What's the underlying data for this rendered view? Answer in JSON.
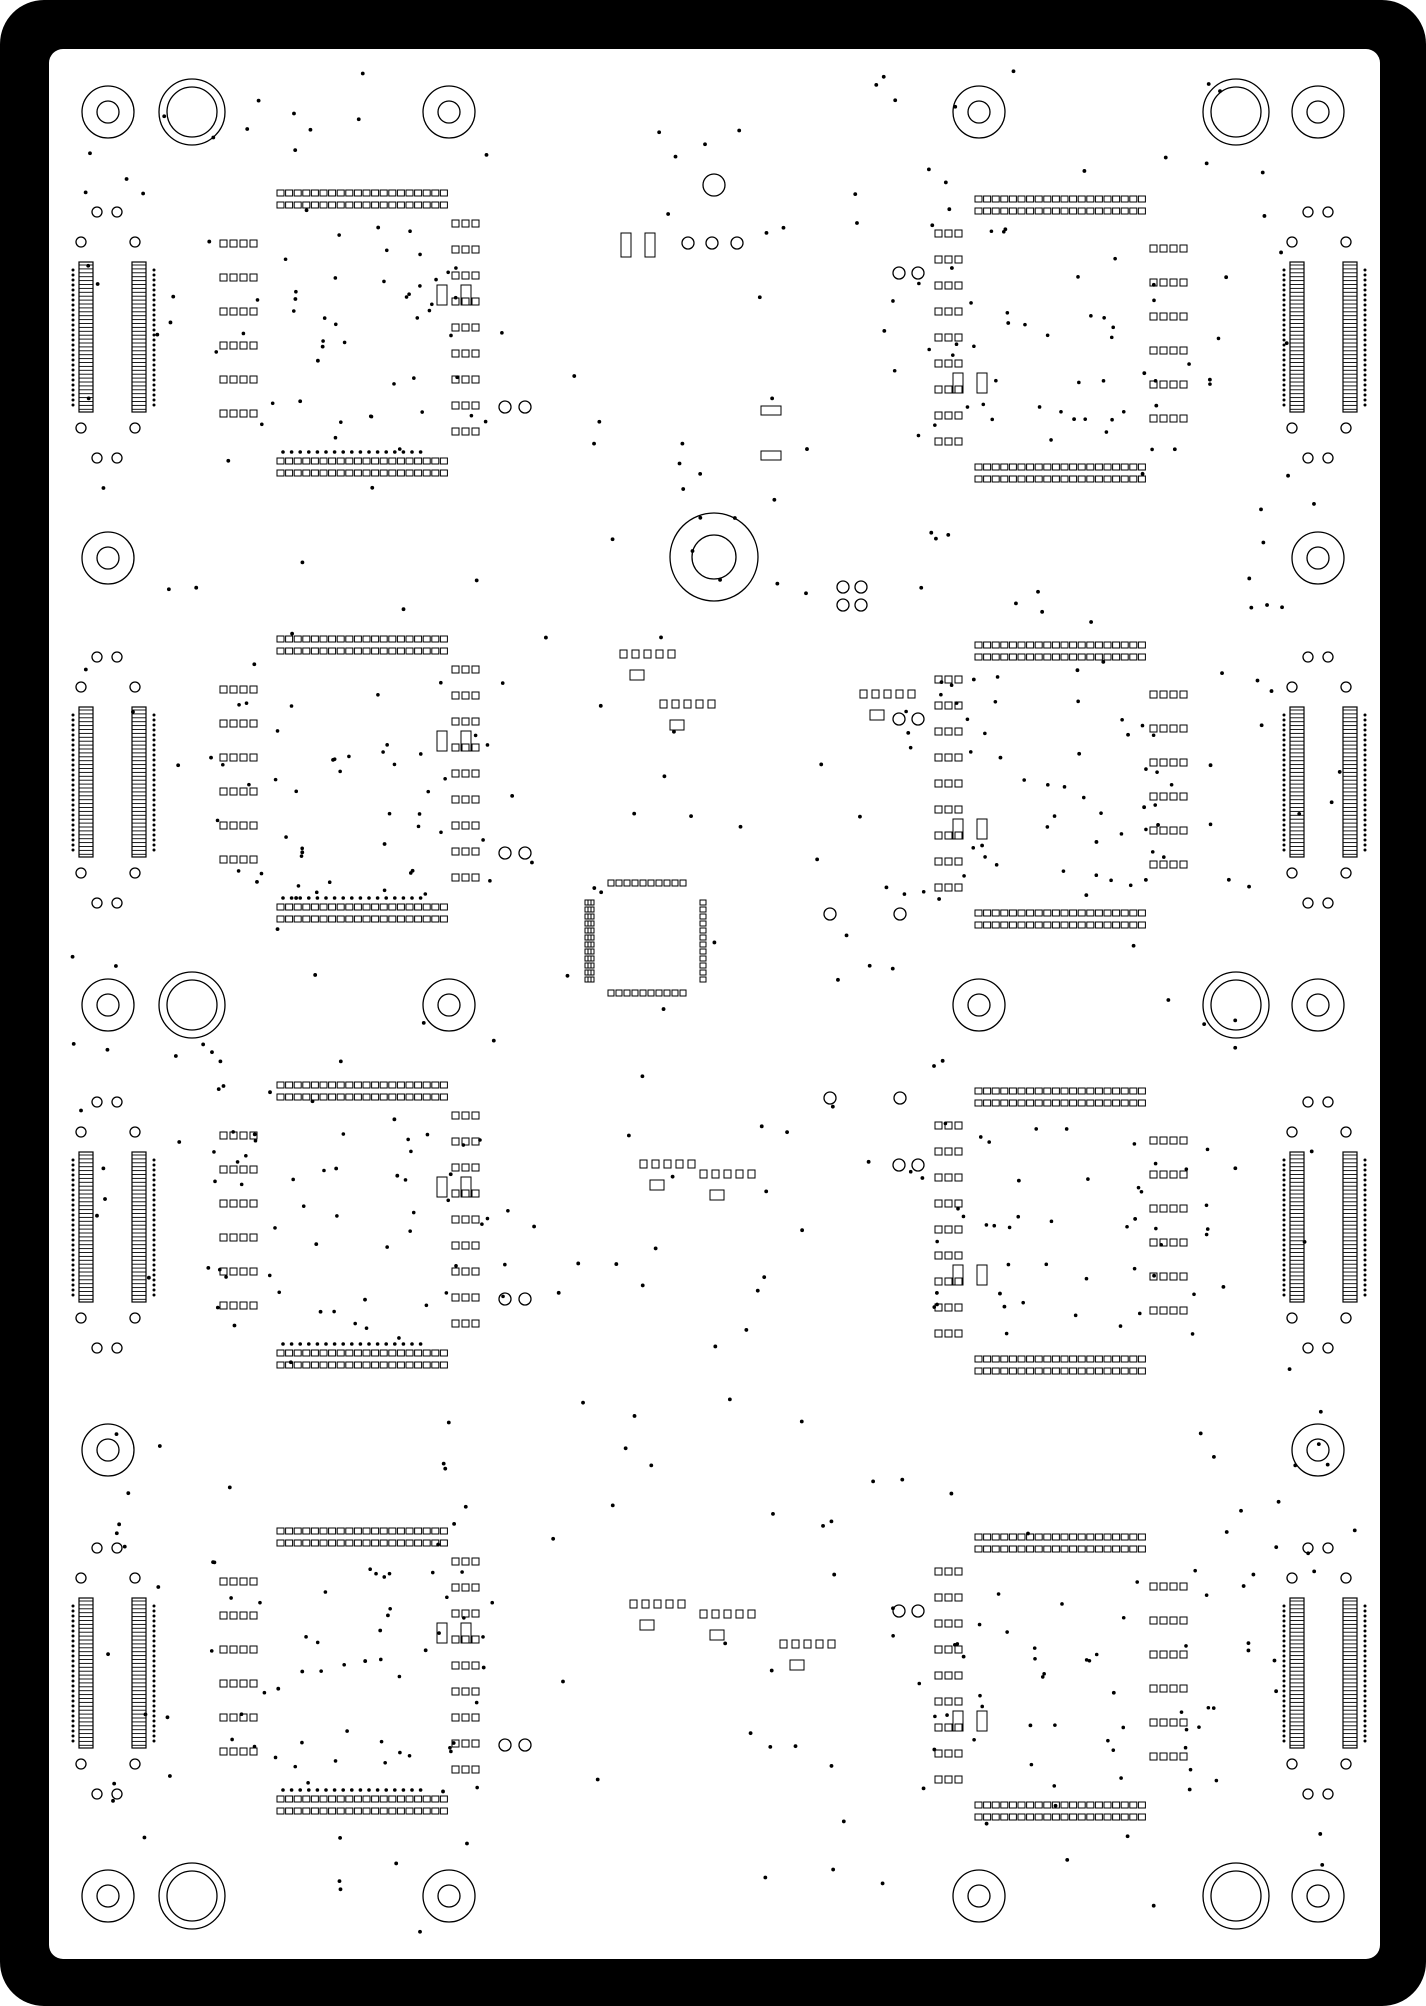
{
  "diagram": {
    "kind": "pcb-fabrication-layer",
    "colors": {
      "frame": "#000000",
      "board": "#ffffff",
      "ink": "#000000"
    },
    "mounting_hole_rows": 5,
    "connector_bank_rows": 4,
    "connector_banks_per_row": 2,
    "edge_connectors_per_side": 4,
    "large_via_rings": 1
  }
}
